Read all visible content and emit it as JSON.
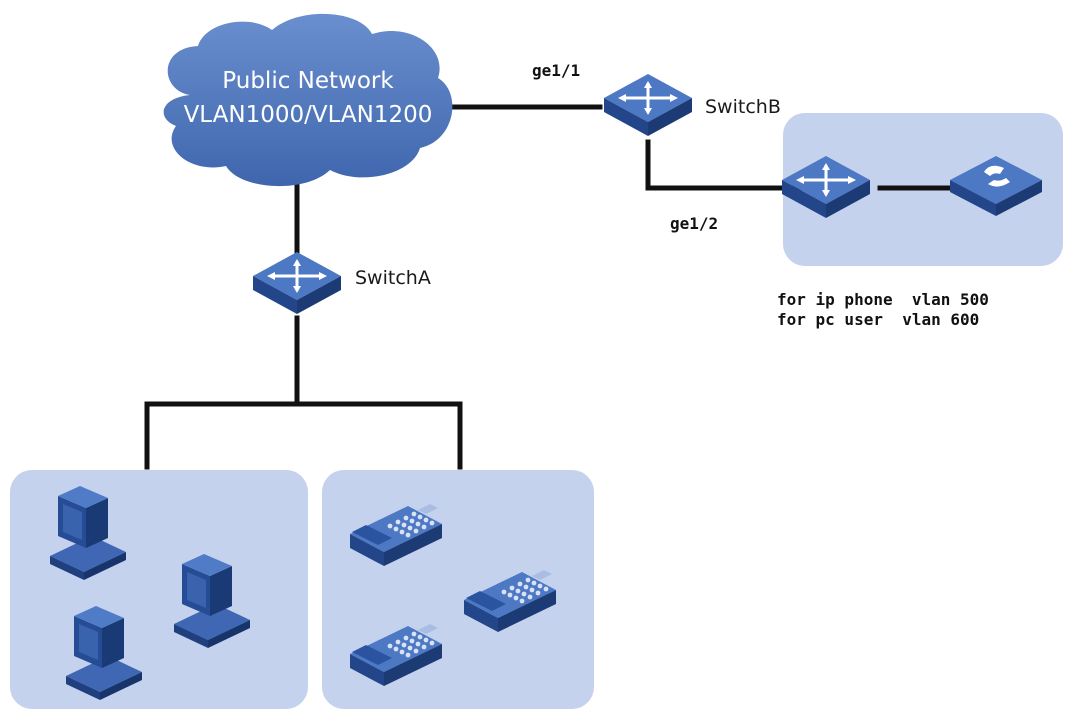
{
  "network": {
    "name": "Public Network",
    "vlans": "VLAN1000/VLAN1200"
  },
  "switch_a": {
    "label": "SwitchA"
  },
  "switch_b": {
    "label": "SwitchB",
    "uplink_port": "ge1/1",
    "downlink_port": "ge1/2"
  },
  "vlan_notes": [
    "for ip phone  vlan 500",
    "for pc user  vlan 600"
  ],
  "colors": {
    "cloud": "#4a73b8",
    "device": "#2f5aa6",
    "group_box": "#c5d2ee",
    "link": "#111111"
  }
}
